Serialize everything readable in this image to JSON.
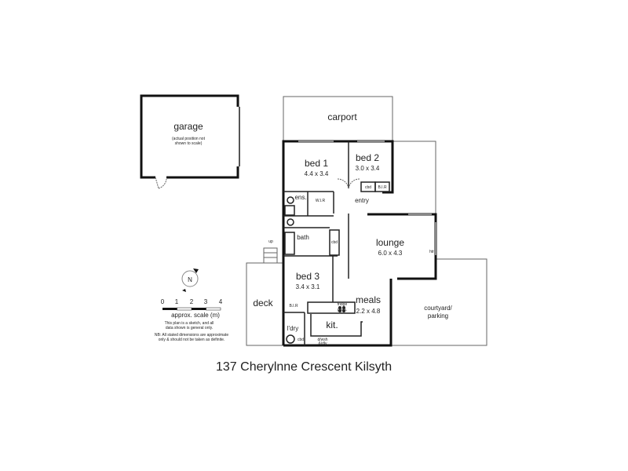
{
  "address": "137 Cherylnne Crescent Kilsyth",
  "rooms": {
    "garage": {
      "label": "garage",
      "note_1": "(actual position not",
      "note_2": "shown to scale)"
    },
    "carport": {
      "label": "carport"
    },
    "bed1": {
      "label": "bed 1",
      "dims": "4.4 x 3.4"
    },
    "bed2": {
      "label": "bed 2",
      "dims": "3.0 x 3.4"
    },
    "entry": {
      "label": "entry"
    },
    "ens": {
      "label": "ens."
    },
    "wir": {
      "label": "W.I.R"
    },
    "bir_bed2": {
      "label": "B.I.R"
    },
    "cbd_bed2": {
      "label": "cbd"
    },
    "bath": {
      "label": "bath"
    },
    "cbd_hall": {
      "label": "cbd"
    },
    "lounge": {
      "label": "lounge",
      "dims": "6.0 x 4.3"
    },
    "bed3": {
      "label": "bed 3",
      "dims": "3.4 x 3.1"
    },
    "bir_bed3": {
      "label": "B.I.R"
    },
    "meals": {
      "label": "meals",
      "dims": "2.2 x 4.8"
    },
    "kit": {
      "label": "kit."
    },
    "fridge": {
      "label_1": "fridge",
      "label_2": "posn."
    },
    "ldry": {
      "label": "l'dry"
    },
    "cbd_ldry": {
      "label": "cbd"
    },
    "dish": {
      "label_1": "d/wsh",
      "label_2": "&/dly"
    },
    "deck": {
      "label": "deck"
    },
    "courtyard": {
      "label_1": "courtyard/",
      "label_2": "parking"
    },
    "up": {
      "label": "up"
    },
    "heater": {
      "label": "htr"
    }
  },
  "compass": {
    "label": "N"
  },
  "scale": {
    "ticks": [
      "0",
      "1",
      "2",
      "3",
      "4"
    ],
    "label": "approx. scale (m)",
    "note_1": "This plan is a sketch, and all",
    "note_2": "data shown is general only.",
    "note_3": "NB: All stated dimensions are approximate",
    "note_4": "only & should not be taken as definite."
  }
}
